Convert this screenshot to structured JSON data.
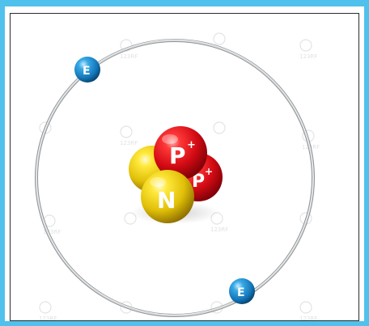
{
  "particles": {
    "proton_label": "P",
    "proton_charge": "+",
    "neutron_label": "N",
    "electron_label": "E"
  },
  "watermark_text": "123RF",
  "colors": {
    "frame": "#4fc1ec",
    "proton": "#e0101a",
    "neutron": "#f0d010",
    "electron": "#1a8fd0",
    "orbit": "#b8bcbf"
  }
}
